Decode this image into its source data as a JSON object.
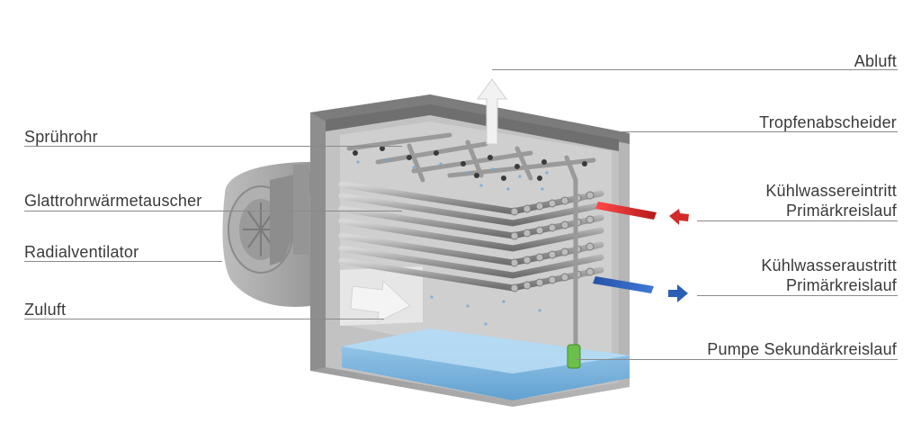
{
  "labels": {
    "abluft": "Abluft",
    "tropfenabscheider": "Tropfenabscheider",
    "spruehrohr": "Sprührohr",
    "glattrohr": "Glattrohrwärmetauscher",
    "radialventilator": "Radialventilator",
    "zuluft": "Zuluft",
    "kuehlwasser_ein_1": "Kühlwassereintritt",
    "kuehlwasser_ein_2": "Primärkreislauf",
    "kuehlwasser_aus_1": "Kühlwasseraustritt",
    "kuehlwasser_aus_2": "Primärkreislauf",
    "pumpe": "Pumpe Sekundärkreislauf"
  },
  "colors": {
    "housing": "#a9a9a9",
    "housing_dark": "#8c8c8c",
    "water": "#7fb8e2",
    "inlet_arrow": "#d42a2a",
    "outlet_arrow": "#2a5fb5",
    "pump": "#6cc04a",
    "air_arrow": "#f0f0f0"
  },
  "icons": [
    "fan-icon",
    "air-out-arrow-icon",
    "air-in-arrow-icon",
    "water-in-arrow-icon",
    "water-out-arrow-icon",
    "pump-icon"
  ]
}
